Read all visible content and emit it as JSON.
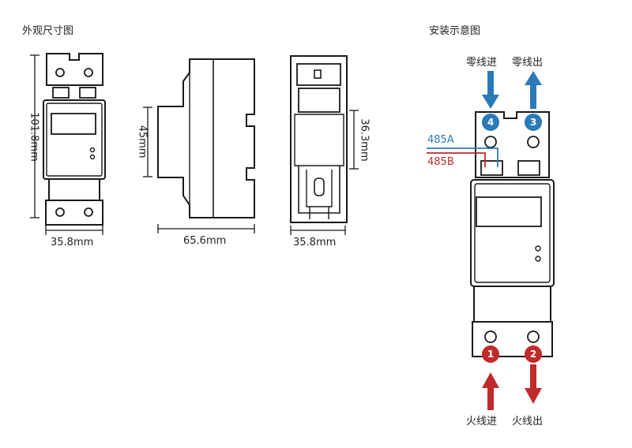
{
  "titles": {
    "dimensions": "外观尺寸图",
    "installation": "安装示意图"
  },
  "dimensions": {
    "height": "101.8mm",
    "front_width": "35.8mm",
    "depth": "65.6mm",
    "side_height": "45mm",
    "back_width": "35.8mm",
    "back_height": "36.3mm"
  },
  "terminals": {
    "t1": "1",
    "t2": "2",
    "t3": "3",
    "t4": "4"
  },
  "labels": {
    "neutral_in": "零线进",
    "neutral_out": "零线出",
    "live_in": "火线进",
    "live_out": "火线出",
    "rs485_a": "485A",
    "rs485_b": "485B"
  },
  "colors": {
    "blue": "#2a7ab8",
    "red": "#c02a2a",
    "line": "#1a1a1a"
  }
}
